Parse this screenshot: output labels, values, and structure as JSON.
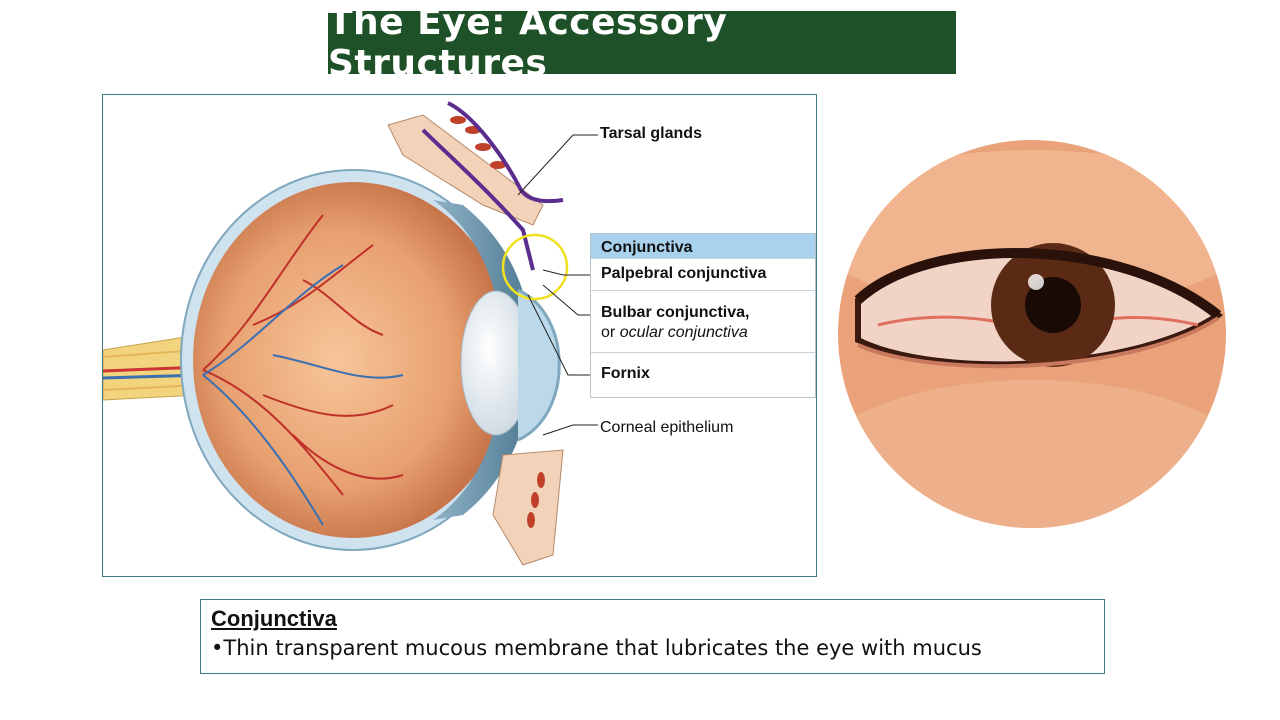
{
  "title": "The Eye: Accessory Structures",
  "diagram": {
    "labels": {
      "tarsal_glands": "Tarsal glands",
      "conjunctiva": "Conjunctiva",
      "palpebral": "Palpebral conjunctiva",
      "bulbar_line1": "Bulbar conjunctiva,",
      "bulbar_or": "or",
      "bulbar_ocular": "ocular conjunctiva",
      "fornix": "Fornix",
      "corneal": "Corneal epithelium"
    },
    "colors": {
      "conjunctiva_header": "#a9d2ee",
      "eyeball": "#e8a070",
      "lens": "#dfe8ef",
      "highlight_circle": "#f0e020"
    }
  },
  "photo": {
    "description_icon": "red-eye-photo"
  },
  "caption": {
    "title": "Conjunctiva",
    "body": "•Thin transparent mucous membrane that lubricates the eye with mucus"
  },
  "colors": {
    "banner": "#1e5128",
    "frame": "#3c7a82"
  }
}
